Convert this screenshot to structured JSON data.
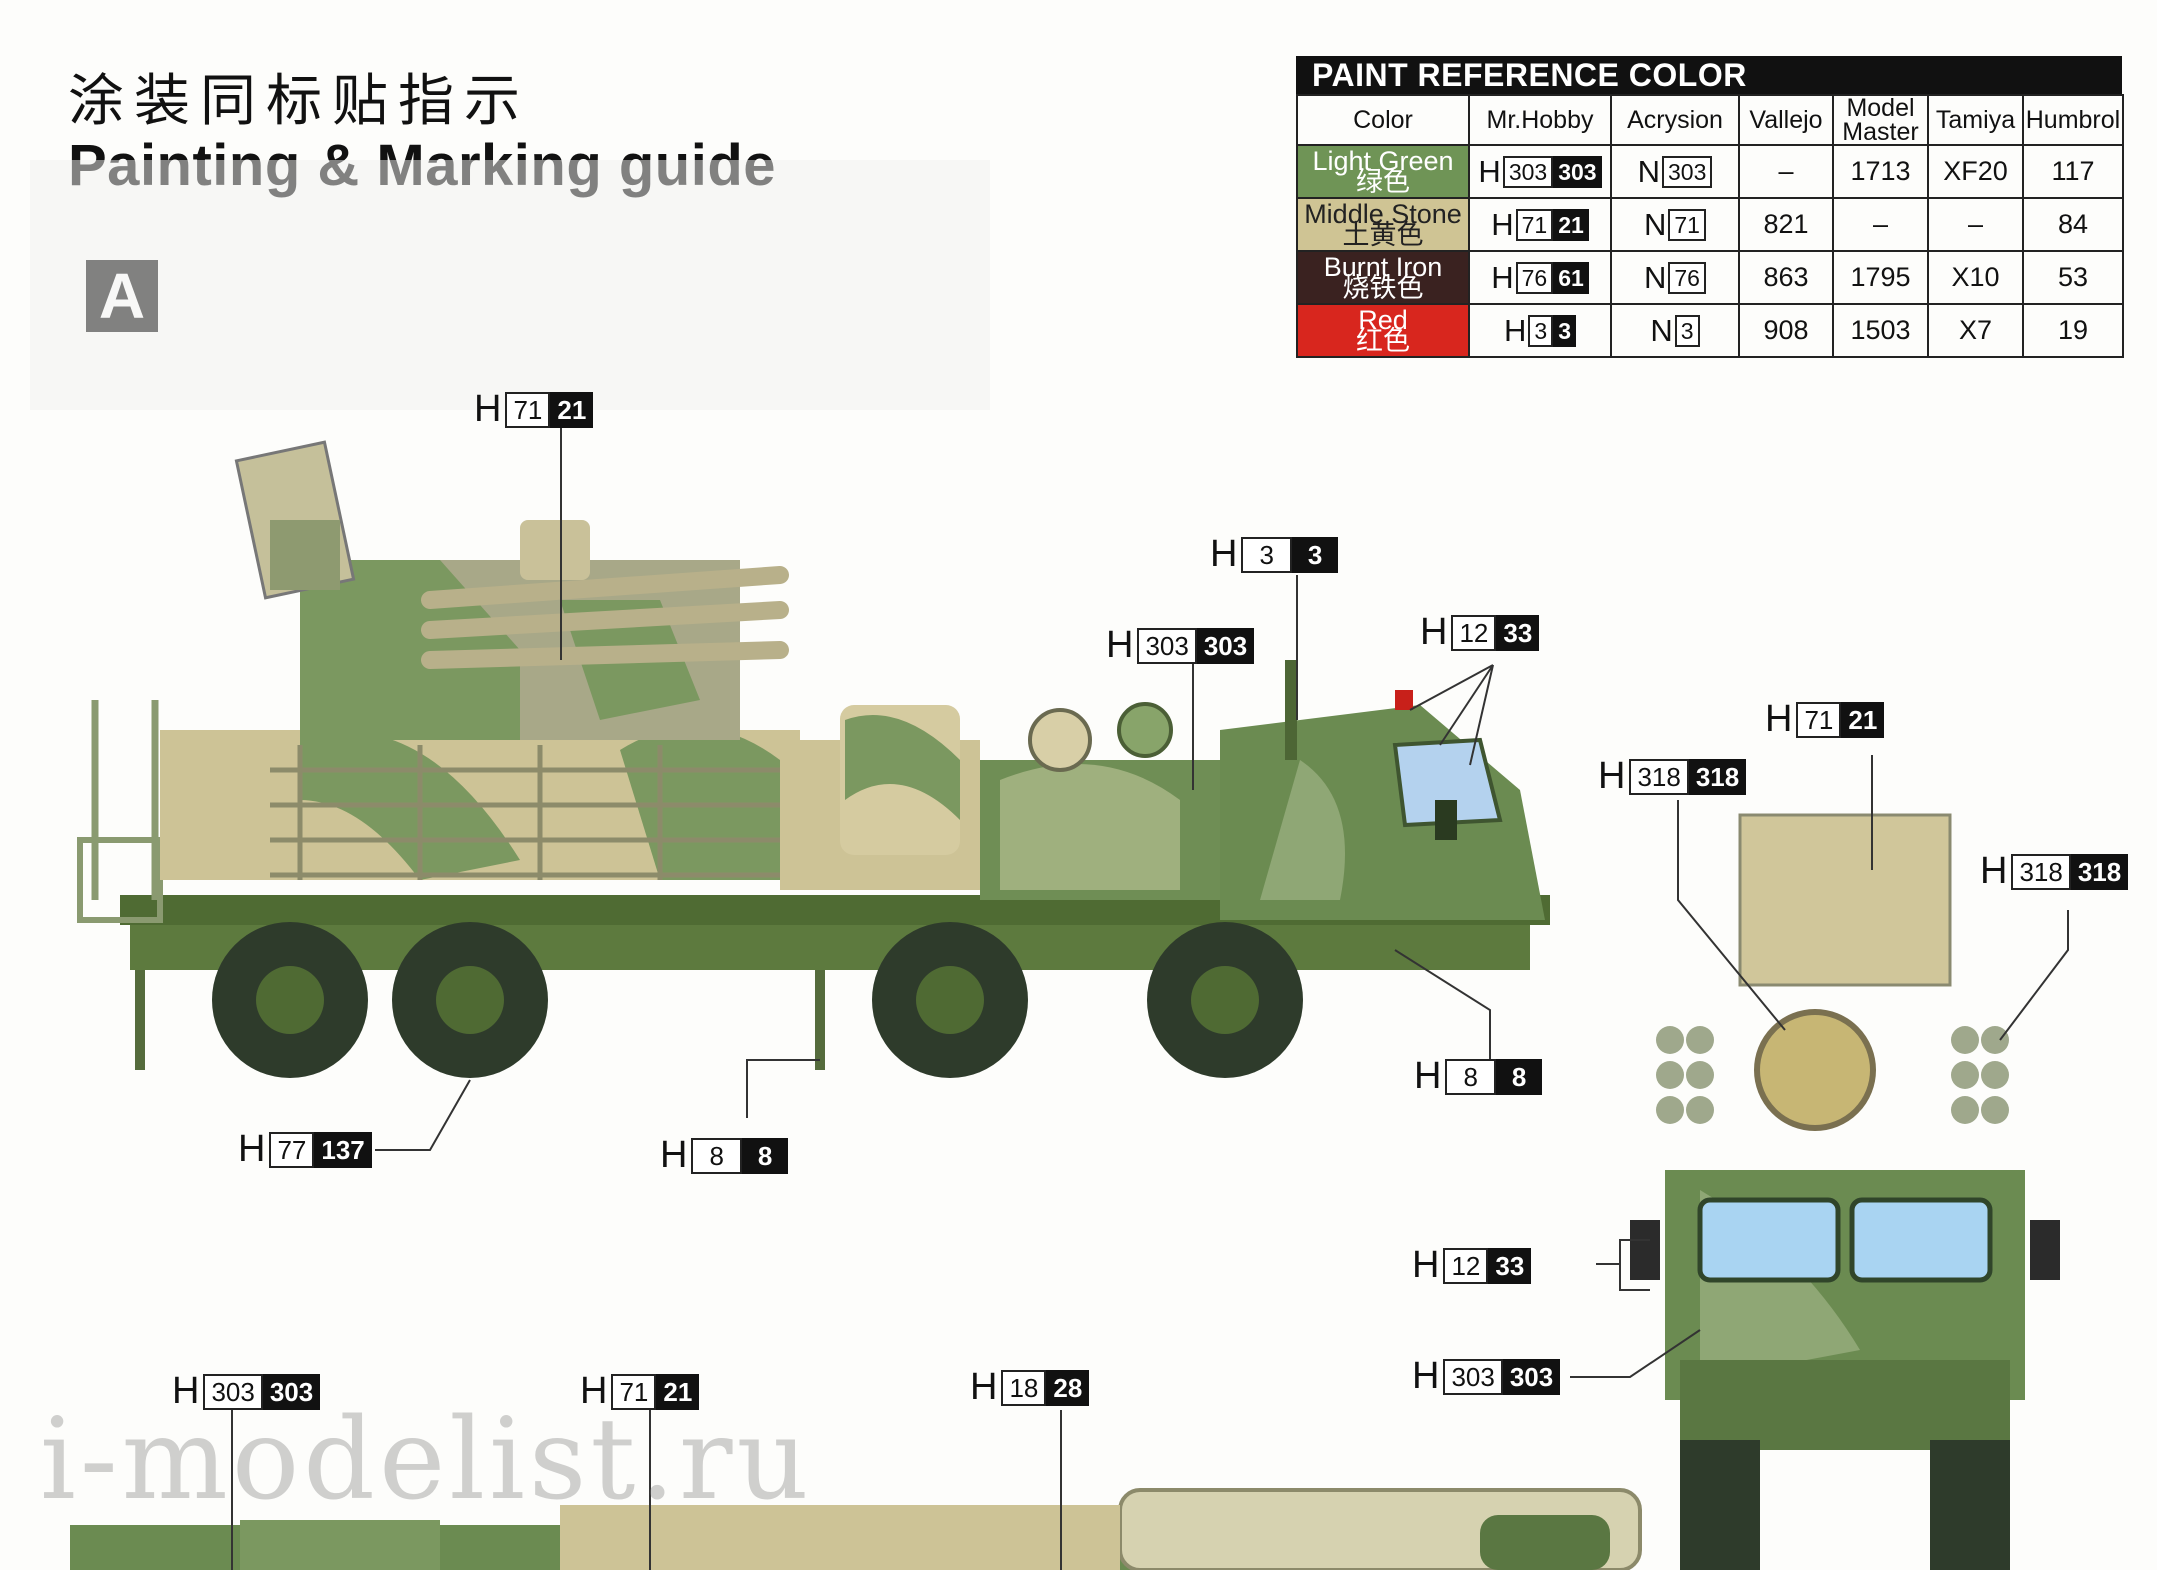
{
  "header": {
    "title_cn": "涂装同标贴指示",
    "title_en": "Painting & Marking guide",
    "view_label": "A"
  },
  "paint_table": {
    "title": "PAINT  REFERENCE COLOR",
    "columns": [
      "Color",
      "Mr.Hobby",
      "Acrysion",
      "Vallejo",
      "Model Master",
      "Tamiya",
      "Humbrol"
    ],
    "rows": [
      {
        "name_en": "Light Green",
        "name_cn": "绿色",
        "swatch": "#6f9456",
        "hobby_prefix": "H",
        "hobby_code": "303",
        "hobby_code_bold": "303",
        "acry_prefix": "N",
        "acry_code": "303",
        "vallejo": "–",
        "model_master": "1713",
        "tamiya": "XF20",
        "humbrol": "117"
      },
      {
        "name_en": "Middle Stone",
        "name_cn": "土黄色",
        "swatch": "#cfc494",
        "hobby_prefix": "H",
        "hobby_code": "71",
        "hobby_code_bold": "21",
        "acry_prefix": "N",
        "acry_code": "71",
        "vallejo": "821",
        "model_master": "–",
        "tamiya": "–",
        "humbrol": "84"
      },
      {
        "name_en": "Burnt Iron",
        "name_cn": "烧铁色",
        "swatch": "#3a2220",
        "hobby_prefix": "H",
        "hobby_code": "76",
        "hobby_code_bold": "61",
        "acry_prefix": "N",
        "acry_code": "76",
        "vallejo": "863",
        "model_master": "1795",
        "tamiya": "X10",
        "humbrol": "53"
      },
      {
        "name_en": "Red",
        "name_cn": "红色",
        "swatch": "#d8261e",
        "hobby_prefix": "H",
        "hobby_code": "3",
        "hobby_code_bold": "3",
        "acry_prefix": "N",
        "acry_code": "3",
        "vallejo": "908",
        "model_master": "1503",
        "tamiya": "X7",
        "humbrol": "19"
      }
    ]
  },
  "callouts": [
    {
      "prefix": "H",
      "code": "71",
      "bold": "21"
    },
    {
      "prefix": "H",
      "code": "3",
      "bold": "3"
    },
    {
      "prefix": "H",
      "code": "303",
      "bold": "303"
    },
    {
      "prefix": "H",
      "code": "12",
      "bold": "33"
    },
    {
      "prefix": "H",
      "code": "8",
      "bold": "8"
    },
    {
      "prefix": "H",
      "code": "77",
      "bold": "137"
    },
    {
      "prefix": "H",
      "code": "8",
      "bold": "8"
    },
    {
      "prefix": "H",
      "code": "71",
      "bold": "21"
    },
    {
      "prefix": "H",
      "code": "318",
      "bold": "318"
    },
    {
      "prefix": "H",
      "code": "318",
      "bold": "318"
    },
    {
      "prefix": "H",
      "code": "12",
      "bold": "33"
    },
    {
      "prefix": "H",
      "code": "303",
      "bold": "303"
    },
    {
      "prefix": "H",
      "code": "303",
      "bold": "303"
    },
    {
      "prefix": "H",
      "code": "71",
      "bold": "21"
    },
    {
      "prefix": "H",
      "code": "18",
      "bold": "28"
    }
  ],
  "watermark": "i-modelist.ru"
}
